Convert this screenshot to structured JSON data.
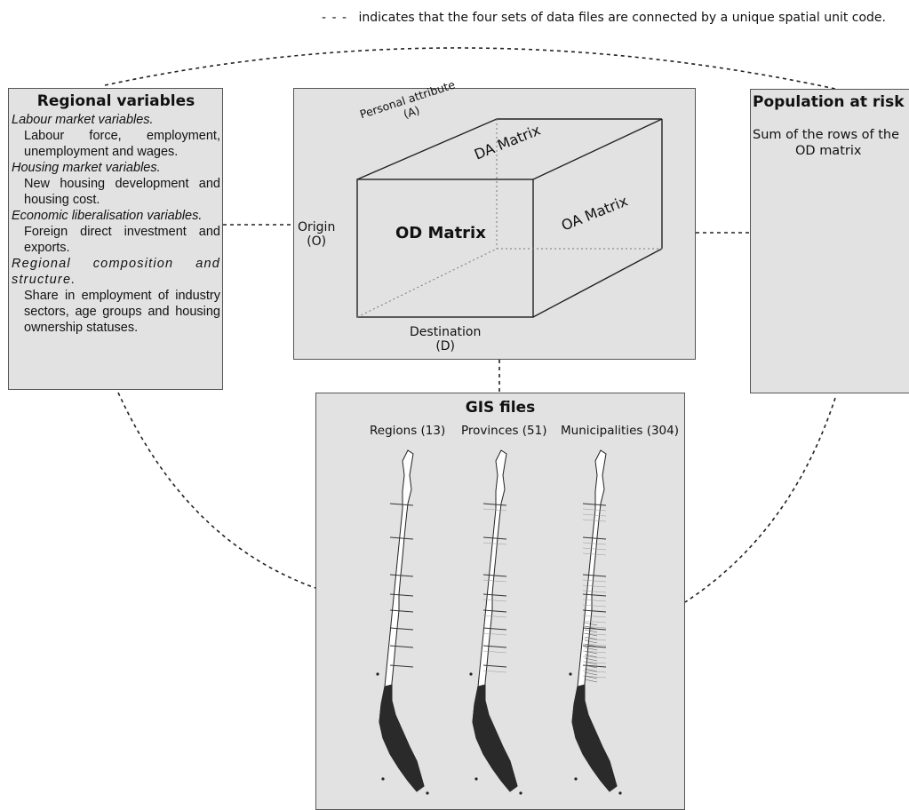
{
  "legend": {
    "symbol": "- - -",
    "text": "indicates that the four sets of data files are connected by a unique  spatial unit code."
  },
  "regional": {
    "title": "Regional variables",
    "groups": [
      {
        "category": "Labour market variables.",
        "description": "Labour force, employment, unemployment and wages."
      },
      {
        "category": "Housing market variables.",
        "description": "New housing development and housing cost."
      },
      {
        "category": "Economic liberalisation variables.",
        "description": "Foreign direct investment and exports."
      },
      {
        "category": "Regional composition and structure.",
        "description": "Share in employment of industry sectors, age groups and housing ownership statuses."
      }
    ]
  },
  "od": {
    "center_label": "OD Matrix",
    "top_label": "DA Matrix",
    "side_label": "OA Matrix",
    "attribute_line1": "Personal attribute",
    "attribute_line2": "(A)",
    "origin_line1": "Origin",
    "origin_line2": "(O)",
    "destination_line1": "Destination",
    "destination_line2": "(D)"
  },
  "population": {
    "title": "Population at risk",
    "line1": "Sum of the rows of the",
    "line2": "OD matrix"
  },
  "gis": {
    "title": "GIS files",
    "maps": [
      {
        "label": "Regions (13)",
        "detail": "regions"
      },
      {
        "label": "Provinces (51)",
        "detail": "provinces"
      },
      {
        "label": "Municipalities (304)",
        "detail": "municipalities"
      }
    ]
  },
  "colors": {
    "box_fill": "#e2e2e3",
    "box_border": "#555555",
    "map_fill_dark": "#2a2a2a",
    "map_line_light": "#999999"
  }
}
